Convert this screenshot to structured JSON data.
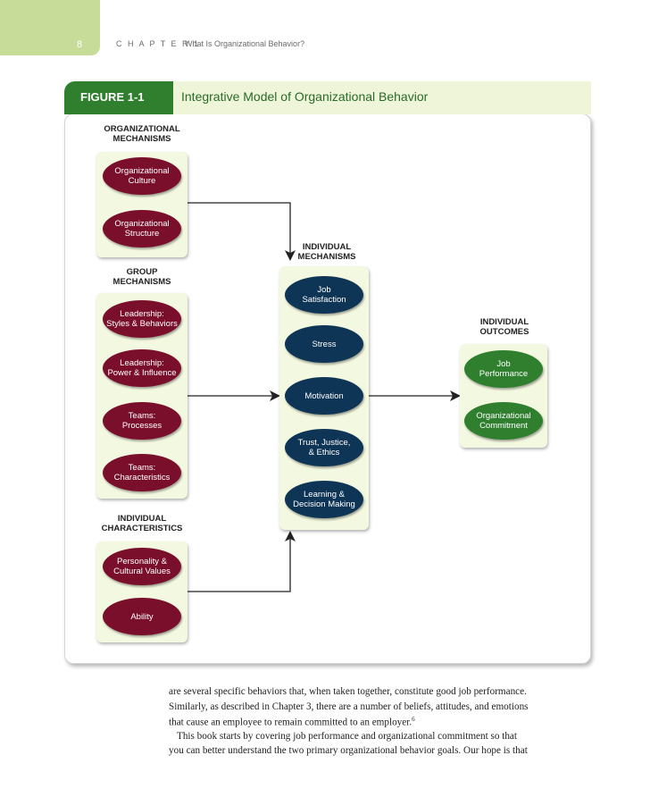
{
  "header": {
    "page_number": "8",
    "chapter_label": "C H A P T E R  1",
    "chapter_title": "What Is Organizational Behavior?"
  },
  "figure": {
    "label": "FIGURE 1-1",
    "title": "Integrative Model of Organizational Behavior"
  },
  "sections": {
    "organizational": {
      "label_line1": "ORGANIZATIONAL",
      "label_line2": "MECHANISMS",
      "items": [
        {
          "line1": "Organizational",
          "line2": "Culture"
        },
        {
          "line1": "Organizational",
          "line2": "Structure"
        }
      ]
    },
    "group": {
      "label_line1": "GROUP",
      "label_line2": "MECHANISMS",
      "items": [
        {
          "line1": "Leadership:",
          "line2": "Styles & Behaviors"
        },
        {
          "line1": "Leadership:",
          "line2": "Power & Influence"
        },
        {
          "line1": "Teams:",
          "line2": "Processes"
        },
        {
          "line1": "Teams:",
          "line2": "Characteristics"
        }
      ]
    },
    "individual_characteristics": {
      "label_line1": "INDIVIDUAL",
      "label_line2": "CHARACTERISTICS",
      "items": [
        {
          "line1": "Personality &",
          "line2": "Cultural Values"
        },
        {
          "line1": "Ability",
          "line2": ""
        }
      ]
    },
    "individual_mechanisms": {
      "label_line1": "INDIVIDUAL",
      "label_line2": "MECHANISMS",
      "items": [
        {
          "line1": "Job",
          "line2": "Satisfaction"
        },
        {
          "line1": "Stress",
          "line2": ""
        },
        {
          "line1": "Motivation",
          "line2": ""
        },
        {
          "line1": "Trust, Justice,",
          "line2": "& Ethics"
        },
        {
          "line1": "Learning &",
          "line2": "Decision Making"
        }
      ]
    },
    "individual_outcomes": {
      "label_line1": "INDIVIDUAL",
      "label_line2": "OUTCOMES",
      "items": [
        {
          "line1": "Job",
          "line2": "Performance"
        },
        {
          "line1": "Organizational",
          "line2": "Commitment"
        }
      ]
    }
  },
  "body_text": {
    "line1": "are several specific behaviors that, when taken together, constitute good job performance.",
    "line2": "Similarly, as described in Chapter 3, there are a number of beliefs, attitudes, and emotions",
    "line3": "that cause an employee to remain committed to an employer.",
    "footnote": "6",
    "line4": "This book starts by covering job performance and organizational commitment so that",
    "line5": "you can better understand the two primary organizational behavior goals. Our hope is that"
  },
  "colors": {
    "maroon": "#7a0f2c",
    "navy": "#0f3556",
    "green": "#2f7f2f",
    "panel": "#f3f8e0",
    "tab": "#c8dc9a"
  }
}
